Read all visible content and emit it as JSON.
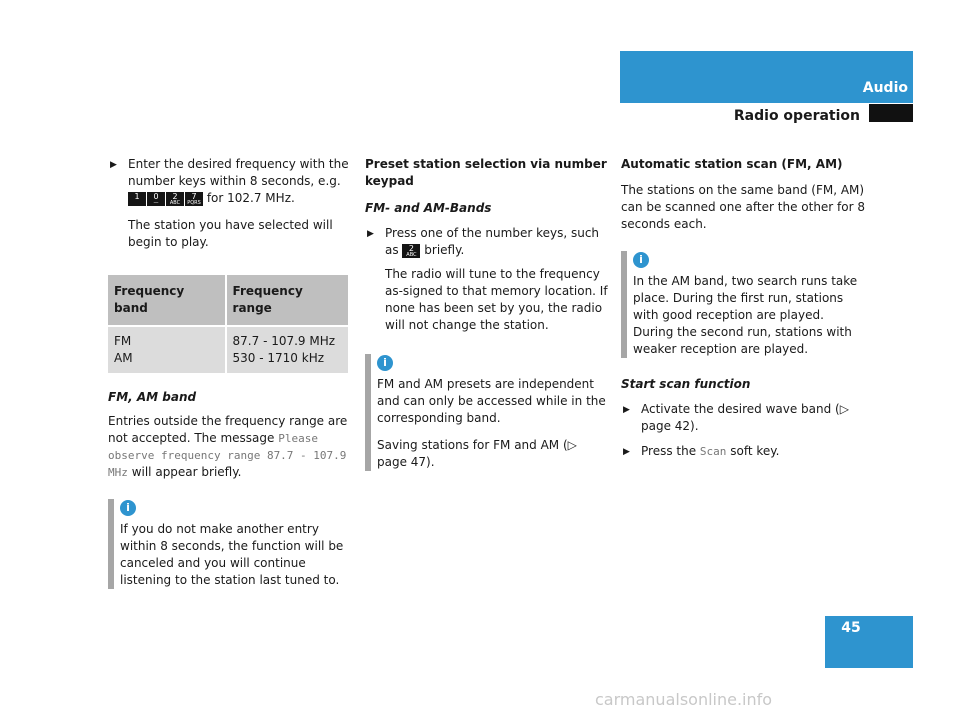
{
  "header": {
    "chapter": "Audio",
    "section": "Radio operation"
  },
  "page_number": "45",
  "watermark": "carmanualsonline.info",
  "col1": {
    "step1": {
      "pre": "Enter the desired frequency with the number keys within 8 seconds, e.g.",
      "keys": [
        {
          "digit": "1",
          "sub": ""
        },
        {
          "digit": "0",
          "sub": "—"
        },
        {
          "digit": "2",
          "sub": "ABC"
        },
        {
          "digit": "7",
          "sub": "PQRS"
        }
      ],
      "post": "for 102.7 MHz.",
      "result": "The station you have selected will begin to play."
    },
    "table": {
      "headers": [
        "Frequency band",
        "Frequency range"
      ],
      "band_lines": [
        "FM",
        "AM"
      ],
      "range_lines": [
        "87.7 - 107.9 MHz",
        "530 - 1710 kHz"
      ]
    },
    "fm_am": {
      "title": "FM, AM band",
      "text_pre": "Entries outside the frequency range are not accepted. The message",
      "mono": "Please observe frequency range 87.7 - 107.9 MHz",
      "text_post": "will appear briefly."
    },
    "note": "If you do not make another entry within 8 seconds, the function will be canceled and you will continue listening to the station last tuned to."
  },
  "col2": {
    "title": "Preset station selection via number keypad",
    "subtitle": "FM- and AM-Bands",
    "step": {
      "pre": "Press one of the number keys, such as",
      "key": {
        "digit": "2",
        "sub": "ABC"
      },
      "post": "briefly."
    },
    "step_result": "The radio will tune to the frequency as-signed to that memory location. If none has been set by you, the radio will not change the station.",
    "note1": "FM and AM presets are independent and can only be accessed while in the corresponding band.",
    "note2": "Saving stations for FM and AM (▷ page 47)."
  },
  "col3": {
    "title": "Automatic station scan (FM, AM)",
    "intro": "The stations on the same band (FM, AM) can be scanned one after the other for 8 seconds each.",
    "note": "In the AM band, two search runs take place. During the first run, stations with good reception are played. During the second run, stations with weaker reception are played.",
    "subtitle": "Start scan function",
    "step1": "Activate the desired wave band (▷ page 42).",
    "step2_pre": "Press the",
    "step2_mono": "Scan",
    "step2_post": "soft key."
  },
  "icons": {
    "bullet": "triangle-right-icon",
    "info": "info-icon"
  },
  "colors": {
    "accent": "#2e94cf",
    "note_bar": "#a6a6a6"
  }
}
